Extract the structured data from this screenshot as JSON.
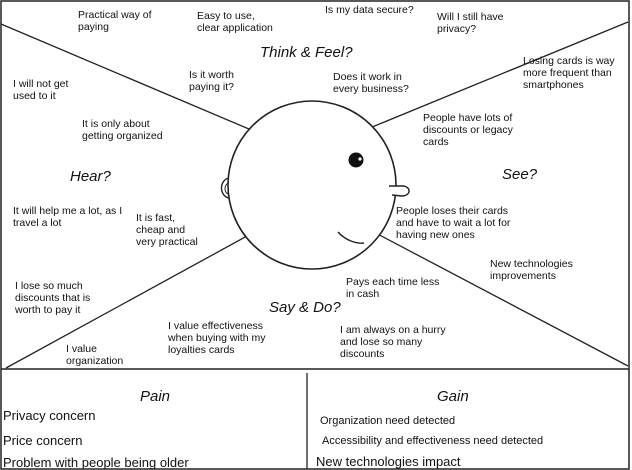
{
  "sections": {
    "think_feel": "Think & Feel?",
    "hear": "Hear?",
    "see": "See?",
    "say_do": "Say & Do?",
    "pain": "Pain",
    "gain": "Gain"
  },
  "think_feel_notes": [
    "Practical way of\npaying",
    "Easy to use,\nclear application",
    "Is my data secure?",
    "Will I still have\nprivacy?",
    "Is it worth\npaying it?",
    "Does it work in\nevery business?"
  ],
  "hear_notes": [
    "I will not get\nused to it",
    "It is only about\ngetting organized",
    "It will help me a lot, as I\ntravel a lot",
    "It is fast,\ncheap and\nvery practical",
    "I lose so much\ndiscounts that is\nworth to pay it",
    "I value\norganization"
  ],
  "see_notes": [
    "Losing cards is way\nmore frequent than\nsmartphones",
    "People have lots of\ndiscounts or legacy\ncards",
    "People loses their cards\nand have to wait a lot for\nhaving new ones",
    "New technologies\nimprovements"
  ],
  "say_do_notes": [
    "Pays each time less\nin cash",
    "I value effectiveness\nwhen buying with my\nloyalties cards",
    "I am always on a hurry\nand lose so many\ndiscounts"
  ],
  "pain_items": [
    "Privacy concern",
    "Price concern",
    "Problem with people being older"
  ],
  "gain_items": [
    "Organization need detected",
    "Accessibility and effectiveness need detected",
    "New technologies impact"
  ],
  "colors": {
    "line": "#222222",
    "background": "#ffffff"
  }
}
